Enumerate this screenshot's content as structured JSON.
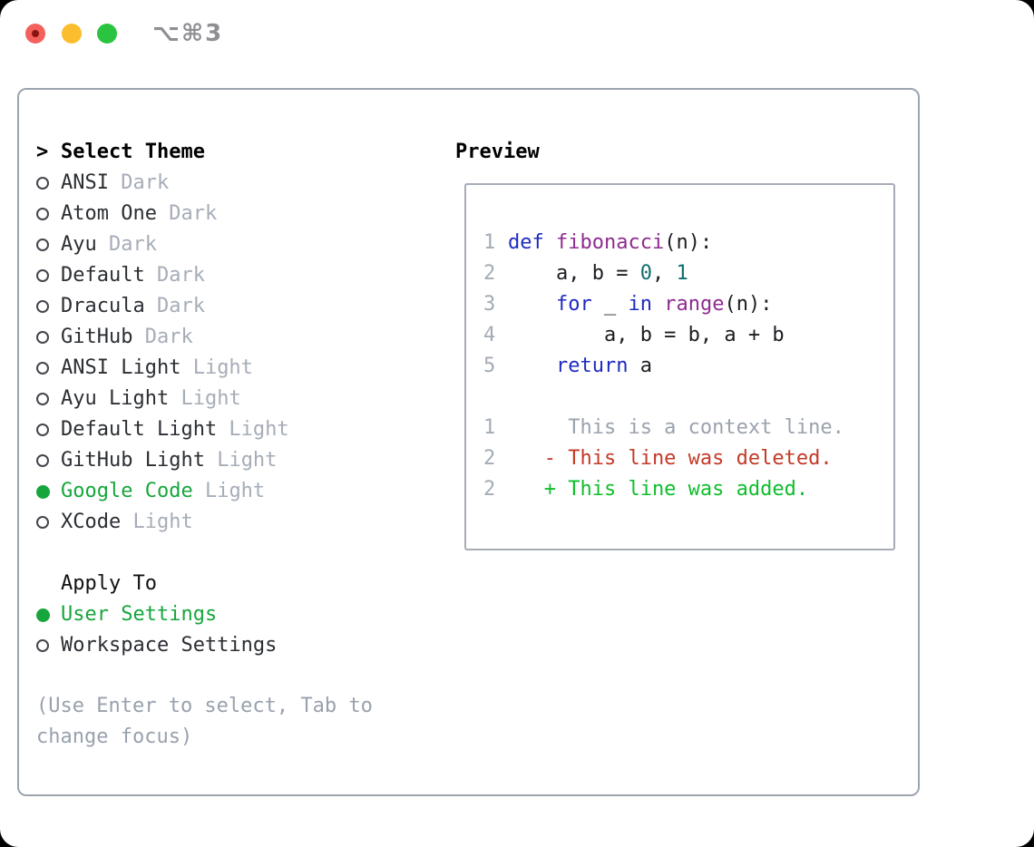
{
  "colors": {
    "accent": "#17a63c",
    "text": "#2b2e33",
    "muted": "#a6adb8",
    "border": "#9ca4af",
    "help": "#98a1ad"
  },
  "window": {
    "title": "⌥⌘3",
    "traffic_lights": {
      "close": "#f4615c",
      "close_dot": "#8a1410",
      "minimize": "#fbbd2e",
      "zoom": "#2bc440"
    }
  },
  "theme_panel": {
    "cursor": ">",
    "header": "Select Theme",
    "items": [
      {
        "name": "ANSI",
        "tag": "Dark",
        "selected": false
      },
      {
        "name": "Atom One",
        "tag": "Dark",
        "selected": false
      },
      {
        "name": "Ayu",
        "tag": "Dark",
        "selected": false
      },
      {
        "name": "Default",
        "tag": "Dark",
        "selected": false
      },
      {
        "name": "Dracula",
        "tag": "Dark",
        "selected": false
      },
      {
        "name": "GitHub",
        "tag": "Dark",
        "selected": false
      },
      {
        "name": "ANSI Light",
        "tag": "Light",
        "selected": false
      },
      {
        "name": "Ayu Light",
        "tag": "Light",
        "selected": false
      },
      {
        "name": "Default Light",
        "tag": "Light",
        "selected": false
      },
      {
        "name": "GitHub Light",
        "tag": "Light",
        "selected": false
      },
      {
        "name": "Google Code",
        "tag": "Light",
        "selected": true
      },
      {
        "name": "XCode",
        "tag": "Light",
        "selected": false
      }
    ],
    "apply_header": "Apply To",
    "apply_options": [
      {
        "label": "User Settings",
        "selected": true
      },
      {
        "label": "Workspace Settings",
        "selected": false
      }
    ],
    "help_lines": [
      "(Use Enter to select, Tab to",
      "change focus)"
    ]
  },
  "preview": {
    "header": "Preview",
    "syntax_colors": {
      "kwd": "#1f2bbf",
      "typ": "#8f2c8f",
      "lit": "#0e6e6e",
      "pln": "#1b1d21",
      "line_num": "#a3abb6",
      "context": "#9aa2ad",
      "deleted": "#c43a28",
      "added": "#0fbe2c"
    },
    "code_lines": [
      {
        "num": "1",
        "tokens": [
          {
            "t": "kwd",
            "s": "def"
          },
          {
            "t": "pln",
            "s": " "
          },
          {
            "t": "typ",
            "s": "fibonacci"
          },
          {
            "t": "pln",
            "s": "(n):"
          }
        ]
      },
      {
        "num": "2",
        "tokens": [
          {
            "t": "pln",
            "s": "    a, b = "
          },
          {
            "t": "lit",
            "s": "0"
          },
          {
            "t": "pln",
            "s": ", "
          },
          {
            "t": "lit",
            "s": "1"
          }
        ]
      },
      {
        "num": "3",
        "tokens": [
          {
            "t": "pln",
            "s": "    "
          },
          {
            "t": "kwd",
            "s": "for"
          },
          {
            "t": "pln",
            "s": " _ "
          },
          {
            "t": "kwd",
            "s": "in"
          },
          {
            "t": "pln",
            "s": " "
          },
          {
            "t": "typ",
            "s": "range"
          },
          {
            "t": "pln",
            "s": "(n):"
          }
        ]
      },
      {
        "num": "4",
        "tokens": [
          {
            "t": "pln",
            "s": "        a, b = b, a + b"
          }
        ]
      },
      {
        "num": "5",
        "tokens": [
          {
            "t": "pln",
            "s": "    "
          },
          {
            "t": "kwd",
            "s": "return"
          },
          {
            "t": "pln",
            "s": " a"
          }
        ]
      }
    ],
    "diff_lines": [
      {
        "num": "1",
        "kind": "context",
        "text": "     This is a context line."
      },
      {
        "num": "2",
        "kind": "deleted",
        "text": "   - This line was deleted."
      },
      {
        "num": "2",
        "kind": "added",
        "text": "   + This line was added."
      }
    ]
  }
}
